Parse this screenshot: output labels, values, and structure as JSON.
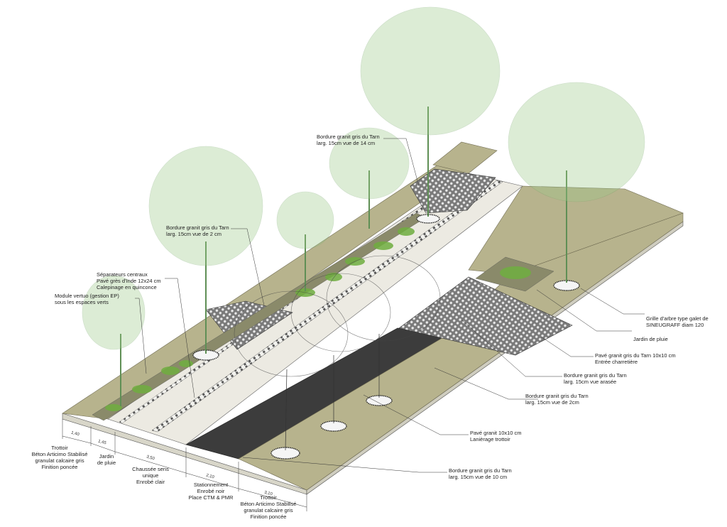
{
  "annotations": {
    "bordure_14": [
      "Bordure granit gris du Tarn",
      "larg. 15cm vue de 14 cm"
    ],
    "bordure_2_top": [
      "Bordure granit gris du Tarn",
      "larg. 15cm vue de 2 cm"
    ],
    "separateurs": [
      "Séparateurs centraux",
      "Pavé grès d'Inde 12x24 cm",
      "Calepinage en quinconce"
    ],
    "module_vertuo": [
      "Module vertuo (gestion EP)",
      "sous les espaces verts"
    ],
    "grille_arbre": [
      "Grille d'arbre type galet de",
      "SINEUGRAFF diam 120"
    ],
    "jardin_pluie_right": [
      "Jardin de pluie"
    ],
    "pave_10x10_entree": [
      "Pavé granit gris du Tarn 10x10 cm",
      "Entrée charretière"
    ],
    "bordure_arasee": [
      "Bordure granit gris du Tarn",
      "larg. 15cm vue arasée"
    ],
    "bordure_2_mid": [
      "Bordure granit gris du Tarn",
      "larg. 15cm vue de 2cm"
    ],
    "pave_laniere": [
      "Pavé granit 10x10 cm",
      "Lanièrage trottoir"
    ],
    "bordure_10": [
      "Bordure granit gris du Tarn",
      "larg. 15cm vue de 10 cm"
    ]
  },
  "sections": {
    "trottoir_left": [
      "Trottoir",
      "Béton Articimo Stabilisé",
      "granulat calcaire gris",
      "Finition poncée"
    ],
    "jardin_pluie": [
      "Jardin",
      "de pluie"
    ],
    "chaussee": [
      "Chaussée sens",
      "unique",
      "Enrobé clair"
    ],
    "stationnement": [
      "Stationnement",
      "Enrobé noir",
      "Place CTM & PMR"
    ],
    "trottoir_right": [
      "Trottoir",
      "Béton Articimo Stabilisé",
      "granulat calcaire gris",
      "Finition poncée"
    ]
  },
  "dimensions": {
    "d1": "1,40",
    "d2": "1,45",
    "d3": "3,50",
    "d4": "2,10",
    "d5": "3,10"
  },
  "colors": {
    "sidewalk": "#b7b38d",
    "sidewalk_edge": "#8f8a67",
    "road_light": "#eceae2",
    "parking_dark": "#3c3c3c",
    "vegetation": "#6fae3f",
    "tree_green": "#9cc98a"
  }
}
